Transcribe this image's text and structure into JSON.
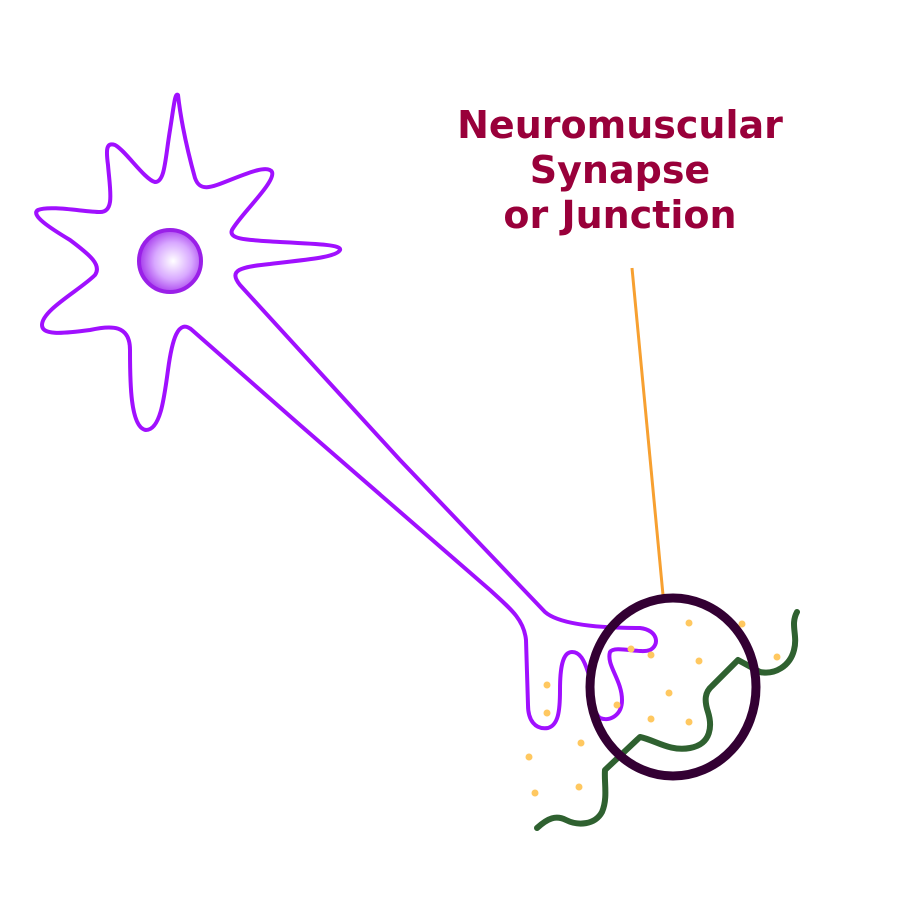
{
  "label": {
    "lines": [
      "Neuromuscular",
      "Synapse",
      "or Junction"
    ]
  },
  "colors": {
    "neuron": "#a010ff",
    "nucleus": "#9a20e8",
    "pointer": "#f7a030",
    "junction_circle": "#330033",
    "muscle_fiber": "#2f6130",
    "vesicles": "#ffc860",
    "label": "#99003a"
  }
}
